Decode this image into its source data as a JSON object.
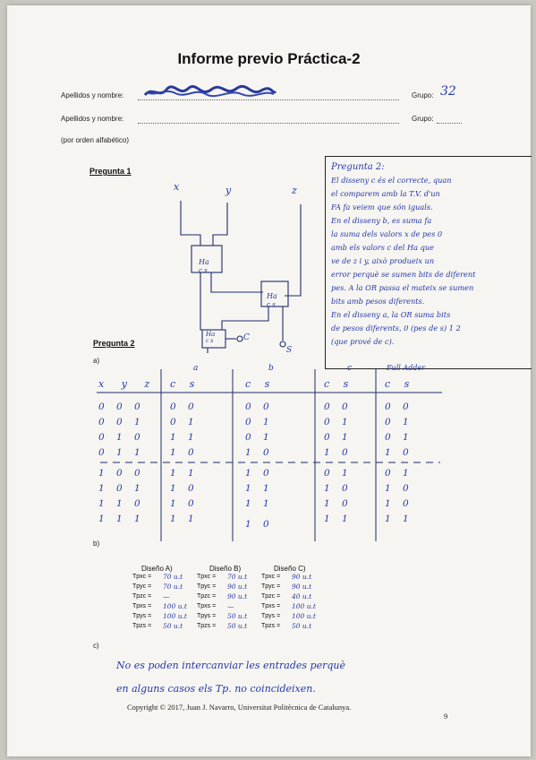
{
  "title": "Informe previo Práctica-2",
  "header": {
    "row1_label": "Apellidos y nombre:",
    "group_label": "Grupo:",
    "group_value": "32",
    "row2_label": "Apellidos y nombre:",
    "order_note": "(por orden alfabético)"
  },
  "pregunta1": {
    "heading": "Pregunta 1",
    "inputs": [
      "x",
      "y",
      "z"
    ],
    "ha_label": "Ha",
    "cs_label": "c s",
    "out_c": "C",
    "out_s": "S"
  },
  "note_box": {
    "lines": [
      "Pregunta 2:",
      "El disseny c és el correcte, quan",
      "el comparem amb la T.V. d'un",
      "FA fa veiem que són iguals.",
      "En el disseny b, es suma fa",
      "la suma dels valors x de pes 0",
      "amb els valors c del Ha que",
      "ve de z i y, això produeix un",
      "error perquè se sumen bits de diferent",
      "pes. A la OR passa el mateix se sumen",
      "bits amb pesos diferents.",
      "En el disseny a, la OR suma bits",
      "de pesos diferents, 0 (pes de s) 1 2",
      "(que prové de c)."
    ]
  },
  "pregunta2": {
    "heading": "Pregunta 2",
    "part_a": "a)",
    "part_b": "b)",
    "part_c": "c)",
    "table": {
      "group_labels": [
        "a",
        "b",
        "c",
        "Full Adder"
      ],
      "headers": [
        "x y z",
        "c s",
        "c s",
        "c s",
        "c s"
      ],
      "rows": [
        [
          "0 0 0",
          "0 0",
          "0 0",
          "0 0",
          "0 0"
        ],
        [
          "0 0 1",
          "0 1",
          "0 1",
          "0 1",
          "0 1"
        ],
        [
          "0 1 0",
          "1 1",
          "0 1",
          "0 1",
          "0 1"
        ],
        [
          "0 1 1",
          "1 0",
          "1 0",
          "1 0",
          "1 0"
        ],
        [
          "1 0 0",
          "1 1",
          "1 0",
          "0 1",
          "0 1"
        ],
        [
          "1 0 1",
          "1 0",
          "1 1",
          "1 0",
          "1 0"
        ],
        [
          "1 1 0",
          "1 0",
          "1 1",
          "1 0",
          "1 0"
        ],
        [
          "1 1 1",
          "1 1",
          "1 0",
          "1 1",
          "1 1"
        ]
      ]
    },
    "designs": [
      {
        "name": "Diseño A)",
        "rows": [
          [
            "Tpxc =",
            "70 u.t"
          ],
          [
            "Tpyc =",
            "70 u.t"
          ],
          [
            "Tpzc =",
            "—"
          ],
          [
            "Tpxs =",
            "100 u.t"
          ],
          [
            "Tpys =",
            "100 u.t"
          ],
          [
            "Tpzs =",
            "50 u.t"
          ]
        ]
      },
      {
        "name": "Diseño B)",
        "rows": [
          [
            "Tpxc =",
            "70 u.t"
          ],
          [
            "Tpyc =",
            "90 u.t"
          ],
          [
            "Tpzc =",
            "90 u.t"
          ],
          [
            "Tpxs =",
            "—"
          ],
          [
            "Tpys =",
            "50 u.t"
          ],
          [
            "Tpzs =",
            "50 u.t"
          ]
        ]
      },
      {
        "name": "Diseño C)",
        "rows": [
          [
            "Tpxc =",
            "90 u.t"
          ],
          [
            "Tpyc =",
            "90 u.t"
          ],
          [
            "Tpzc =",
            "40 u.t"
          ],
          [
            "Tpxs =",
            "100 u.t"
          ],
          [
            "Tpys =",
            "100 u.t"
          ],
          [
            "Tpzs =",
            "50 u.t"
          ]
        ]
      }
    ],
    "answer_c": [
      "No es poden intercanviar les entrades perquè",
      "en alguns casos els Tp. no coincideixen."
    ]
  },
  "footer": {
    "copyright": "Copyright © 2017, Juan J. Navarro, Universitat Politècnica de Catalunya.",
    "page_number": "9"
  },
  "colors": {
    "ink": "#2538a8",
    "paper": "#f6f5f1",
    "print": "#111111"
  }
}
